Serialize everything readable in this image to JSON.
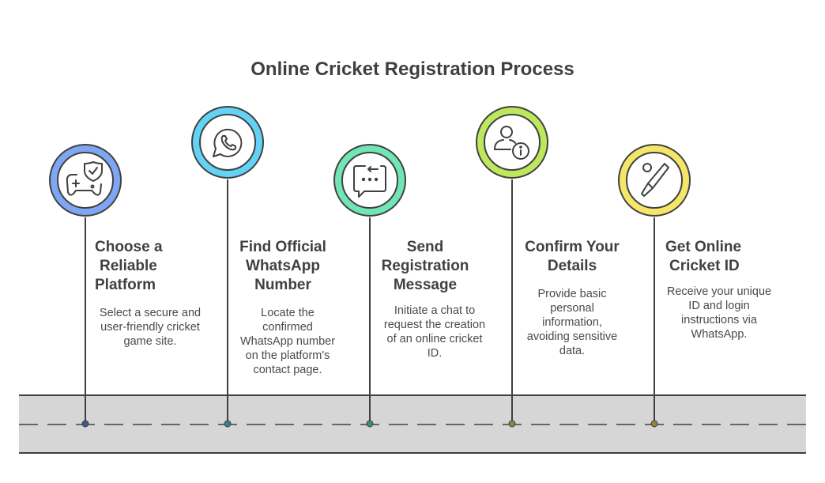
{
  "title": "Online Cricket Registration Process",
  "steps": [
    {
      "title": [
        "Choose a",
        "Reliable",
        "Platform"
      ],
      "description": [
        "Select a secure and",
        "user-friendly cricket",
        "game site."
      ],
      "icon": "gamepad-shield-icon",
      "ring_color": "#7ea6f2"
    },
    {
      "title": [
        "Find Official",
        "WhatsApp",
        "Number"
      ],
      "description": [
        "Locate the",
        "confirmed",
        "WhatsApp number",
        "on the platform's",
        "contact page."
      ],
      "icon": "whatsapp-icon",
      "ring_color": "#62d2f5"
    },
    {
      "title": [
        "Send",
        "Registration",
        "Message"
      ],
      "description": [
        "Initiate a chat to",
        "request the creation",
        "of an online cricket",
        "ID."
      ],
      "icon": "chat-message-icon",
      "ring_color": "#6fe6b4"
    },
    {
      "title": [
        "Confirm Your",
        "Details"
      ],
      "description": [
        "Provide basic",
        "personal",
        "information,",
        "avoiding sensitive",
        "data."
      ],
      "icon": "user-info-icon",
      "ring_color": "#bde85e"
    },
    {
      "title": [
        "Get Online",
        "Cricket ID"
      ],
      "description": [
        "Receive your unique",
        "ID and login",
        "instructions via",
        "WhatsApp."
      ],
      "icon": "cricket-bat-icon",
      "ring_color": "#f5e66a"
    }
  ],
  "colors": {
    "road": "#d6d6d6",
    "line": "#404040",
    "dots": [
      "#3f5a8a",
      "#3a7f8f",
      "#3a8f72",
      "#7a8f3a",
      "#8f853a"
    ]
  }
}
